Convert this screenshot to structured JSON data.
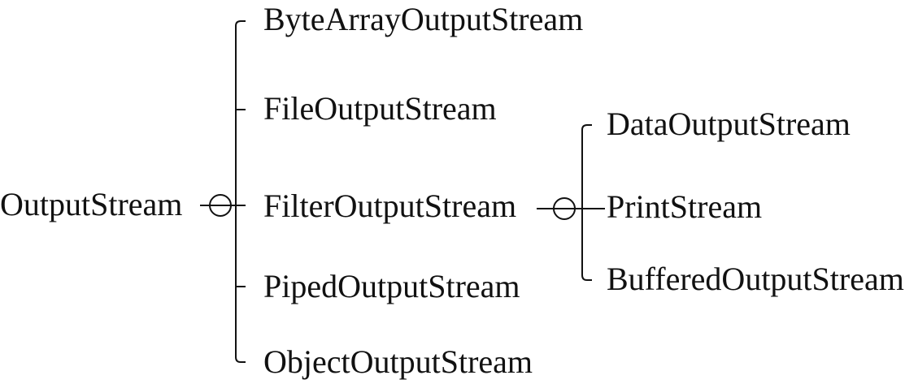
{
  "diagram": {
    "root": {
      "label": "OutputStream",
      "children": [
        {
          "label": "ByteArrayOutputStream"
        },
        {
          "label": "FileOutputStream"
        },
        {
          "label": "FilterOutputStream",
          "children": [
            {
              "label": "DataOutputStream"
            },
            {
              "label": "PrintStream"
            },
            {
              "label": "BufferedOutputStream"
            }
          ]
        },
        {
          "label": "PipedOutputStream"
        },
        {
          "label": "ObjectOutputStream"
        }
      ]
    }
  }
}
